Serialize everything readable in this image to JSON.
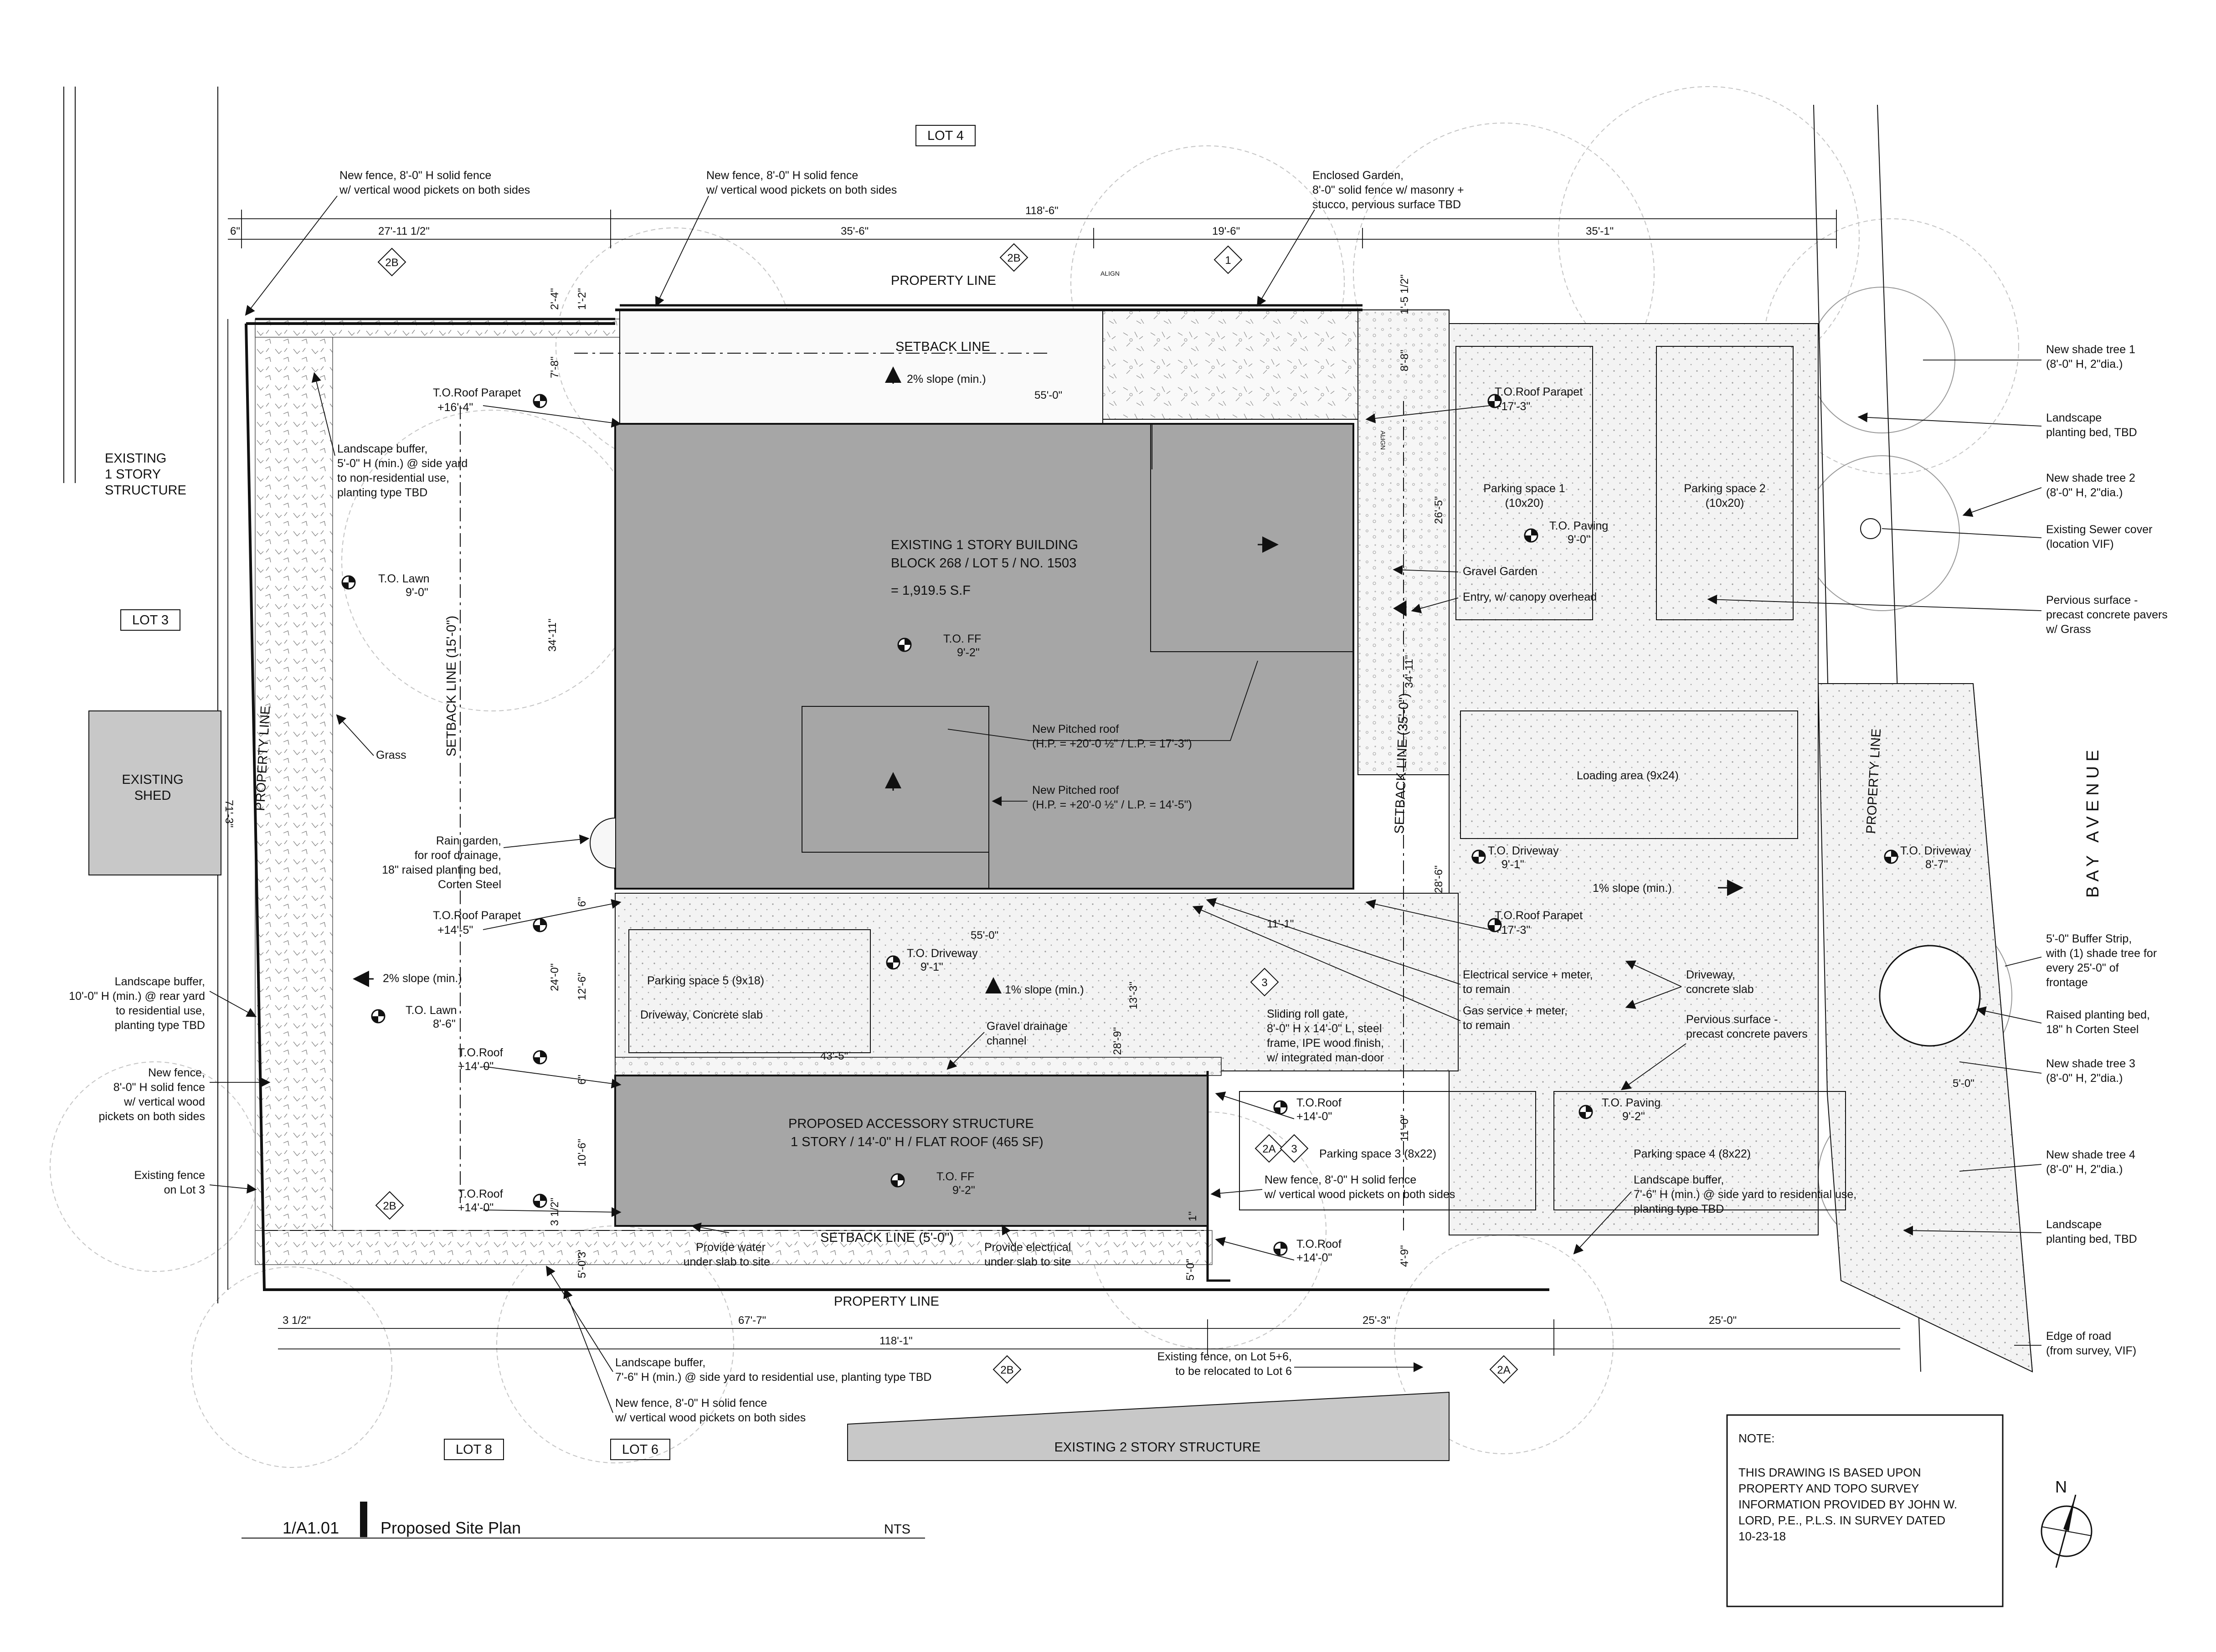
{
  "lots": {
    "lot4": "LOT 4",
    "lot3": "LOT 3",
    "lot8": "LOT 8",
    "lot6": "LOT 6"
  },
  "existing": {
    "left_structure": [
      "EXISTING",
      "1 STORY",
      "STRUCTURE"
    ],
    "shed": [
      "EXISTING",
      "SHED"
    ],
    "bottom_structure": "EXISTING 2 STORY STRUCTURE"
  },
  "building": {
    "title": "EXISTING 1 STORY BUILDING",
    "block": "BLOCK 268  /  LOT 5  /  NO. 1503",
    "area": "= 1,919.5 S.F",
    "tof_label": "T.O. FF",
    "tof_value": "9'-2\""
  },
  "accessory": {
    "title": "PROPOSED ACCESSORY STRUCTURE",
    "desc": "1 STORY  /  14'-0\" H  /  FLAT ROOF (465 SF)",
    "tof_label": "T.O. FF",
    "tof_value": "9'-2\""
  },
  "lines": {
    "property_top": "PROPERTY LINE",
    "property_bottom": "PROPERTY LINE",
    "property_left": "PROPERTY LINE",
    "property_right": "PROPERTY LINE",
    "setback_top": "SETBACK LINE",
    "setback_left": "SETBACK LINE (15'-0\")",
    "setback_right": "SETBACK LINE (35'-0\")",
    "setback_bottom": "SETBACK LINE (5'-0\")"
  },
  "road": "BAY AVENUE",
  "dimensions": {
    "top_total": "118'-6\"",
    "top_a": "27'-11 1/2\"",
    "top_b": "35'-6\"",
    "top_c": "19'-6\"",
    "top_d": "35'-1\"",
    "top_small": "6\"",
    "bottom_total": "118'-1\"",
    "bottom_a": "67'-7\"",
    "bottom_b": "25'-3\"",
    "bottom_c": "25'-0\"",
    "bottom_small": "3 1/2\"",
    "left_depth": "71'-3\"",
    "d_55_top": "55'-0\"",
    "d_55_mid": "55'-0\"",
    "d_43_5": "43'-5\"",
    "d_11_1": "11'-1\"",
    "d_34_11_left": "34'-11\"",
    "d_34_11_right": "34'-11\"",
    "d_26_5": "26'-5\"",
    "d_28_6": "28'-6\"",
    "d_28_9": "28'-9\"",
    "d_13_3": "13'-3\"",
    "d_24_0": "24'-0\"",
    "d_12_6": "12'-6\"",
    "d_10_6": "10'-6\"",
    "d_11_0": "11'-0\"",
    "d_8_8": "8'-8\"",
    "d_4_9": "4'-9\"",
    "d_5_0_a": "5'-0\"",
    "d_5_0_b": "5'-0\"",
    "d_5_0_c": "5'-0\"",
    "d_2_4": "2'-4\"",
    "d_1_2": "1'-2\"",
    "d_1_5": "1'-5 1/2\"",
    "d_7_8": "7'-8\"",
    "d_6_a": "6\"",
    "d_6_b": "6\"",
    "d_3": "3'",
    "d_3_half": "3 1/2\"",
    "d_1": "1\"",
    "align_top": "ALIGN",
    "align_side": "ALIGN"
  },
  "tags": {
    "t2b_1": "2B",
    "t2b_2": "2B",
    "t2b_3": "2B",
    "t2b_4": "2B",
    "t1": "1",
    "t3_a": "3",
    "t3_b": "3",
    "t2a_1": "2A",
    "t2a_2": "2A"
  },
  "elevations": {
    "roof_parapet_tl": [
      "T.O.Roof Parapet",
      "+16'-4\""
    ],
    "roof_parapet_tr": [
      "T.O.Roof Parapet",
      "+17'-3\""
    ],
    "roof_parapet_ml": [
      "T.O.Roof Parapet",
      "+14'-5\""
    ],
    "roof_parapet_mr": [
      "T.O.Roof Parapet",
      "+17'-3\""
    ],
    "lawn_1": [
      "T.O. Lawn",
      "9'-0\""
    ],
    "lawn_2": [
      "T.O. Lawn",
      "8'-6\""
    ],
    "roof_l1": [
      "T.O.Roof",
      "+14'-0\""
    ],
    "roof_l2": [
      "T.O.Roof",
      "+14'-0\""
    ],
    "roof_r1": [
      "T.O.Roof",
      "+14'-0\""
    ],
    "roof_r2": [
      "T.O.Roof",
      "+14'-0\""
    ],
    "paving_1": [
      "T.O. Paving",
      "9'-0\""
    ],
    "paving_2": [
      "T.O. Paving",
      "9'-2\""
    ],
    "driveway_1": [
      "T.O. Driveway",
      "9'-1\""
    ],
    "driveway_2": [
      "T.O. Driveway",
      "9'-1\""
    ],
    "driveway_3": [
      "T.O. Driveway",
      "8'-7\""
    ]
  },
  "spaces": {
    "parking1": [
      "Parking space 1",
      "(10x20)"
    ],
    "parking2": [
      "Parking space 2",
      "(10x20)"
    ],
    "parking3": "Parking space 3 (8x22)",
    "parking4": "Parking space 4 (8x22)",
    "parking5": "Parking space 5 (9x18)",
    "driveway_slab": "Driveway, Concrete slab",
    "loading": "Loading area (9x24)"
  },
  "slopes": {
    "top": "2% slope (min.)",
    "left": "2% slope (min.)",
    "mid": "1% slope (min.)",
    "right": "1% slope (min.)"
  },
  "notes": {
    "fence_tl": [
      "New fence, 8'-0\" H solid fence",
      "w/ vertical wood pickets on both sides"
    ],
    "fence_tm": [
      "New fence, 8'-0\" H solid fence",
      "w/ vertical wood pickets on both sides"
    ],
    "garden": [
      "Enclosed Garden,",
      "8'-0\" solid fence w/ masonry +",
      "stucco, pervious surface TBD"
    ],
    "buffer_left": [
      "Landscape buffer,",
      "5'-0\" H (min.) @ side yard",
      "to non-residential use,",
      "planting type TBD"
    ],
    "grass": "Grass",
    "rain_garden": [
      "Rain garden,",
      "for roof drainage,",
      "18\" raised planting bed,",
      "Corten Steel"
    ],
    "buffer_rear": [
      "Landscape buffer,",
      "10'-0\" H (min.) @ rear yard",
      "to residential use,",
      "planting type TBD"
    ],
    "fence_left": [
      "New fence,",
      "8'-0\" H solid fence",
      "w/ vertical wood",
      "pickets on both sides"
    ],
    "existing_fence_lot3": [
      "Existing fence",
      "on Lot 3"
    ],
    "pitched_roof_1": [
      "New Pitched roof",
      "(H.P. = +20'-0 ½\" / L.P. = 17'-3\")"
    ],
    "pitched_roof_2": [
      "New Pitched roof",
      "(H.P. = +20'-0 ½\" / L.P. = 14'-5\")"
    ],
    "gravel_garden": "Gravel Garden",
    "entry": "Entry, w/ canopy overhead",
    "gravel_channel": [
      "Gravel drainage",
      "channel"
    ],
    "gate": [
      "Sliding roll gate,",
      "8'-0\" H x 14'-0\" L, steel",
      "frame, IPE wood finish,",
      "w/ integrated man-door"
    ],
    "electrical": [
      "Electrical service + meter,",
      "to remain"
    ],
    "gas": [
      "Gas service + meter,",
      "to remain"
    ],
    "driveway_note": [
      "Driveway,",
      "concrete slab"
    ],
    "pervious_mid": [
      "Pervious surface -",
      "precast concrete pavers"
    ],
    "fence_right": [
      "New fence, 8'-0\" H solid fence",
      "w/ vertical wood pickets on both sides"
    ],
    "buffer_right": [
      "Landscape buffer,",
      "7'-6\" H (min.) @ side yard to residential use,",
      "planting type TBD"
    ],
    "water": [
      "Provide water",
      "under slab to site"
    ],
    "elec_site": [
      "Provide electrical",
      "under slab to site"
    ],
    "buffer_bottom": [
      "Landscape buffer,",
      "7'-6\" H (min.) @ side yard to residential use, planting type TBD"
    ],
    "fence_bottom": [
      "New fence, 8'-0\" H solid fence",
      "w/ vertical wood pickets on both sides"
    ],
    "existing_fence_lot56": [
      "Existing fence, on Lot 5+6,",
      "to be relocated to Lot 6"
    ],
    "tree1": [
      "New shade tree 1",
      "(8'-0\" H, 2\"dia.)"
    ],
    "planting_tbd_1": [
      "Landscape",
      "planting bed, TBD"
    ],
    "tree2": [
      "New shade tree 2",
      "(8'-0\" H, 2\"dia.)"
    ],
    "sewer": [
      "Existing Sewer cover",
      "(location VIF)"
    ],
    "pervious_right": [
      "Pervious surface -",
      "precast concrete pavers",
      "w/ Grass"
    ],
    "buffer_strip": [
      "5'-0\" Buffer Strip,",
      "with (1) shade tree for",
      "every 25'-0\" of",
      "frontage"
    ],
    "raised_bed": [
      "Raised planting bed,",
      "18\" h Corten Steel"
    ],
    "tree3": [
      "New shade tree 3",
      "(8'-0\" H, 2\"dia.)"
    ],
    "tree4": [
      "New shade tree 4",
      "(8'-0\" H, 2\"dia.)"
    ],
    "planting_tbd_2": [
      "Landscape",
      "planting bed, TBD"
    ],
    "edge_road": [
      "Edge of road",
      "(from survey, VIF)"
    ]
  },
  "note_box": {
    "heading": "NOTE:",
    "lines": [
      "THIS DRAWING IS BASED UPON",
      "PROPERTY AND TOPO SURVEY",
      "INFORMATION PROVIDED BY JOHN W.",
      "LORD, P.E., P.L.S. IN SURVEY DATED",
      "10-23-18"
    ]
  },
  "title_block": {
    "number": "1/A1.01",
    "title": "Proposed Site Plan",
    "scale": "NTS"
  },
  "north": "N",
  "colors": {
    "building_fill": "#a6a6a6",
    "paving_fill": "#eeeeee",
    "line": "#111111",
    "tree_line": "#bdbdbd"
  }
}
